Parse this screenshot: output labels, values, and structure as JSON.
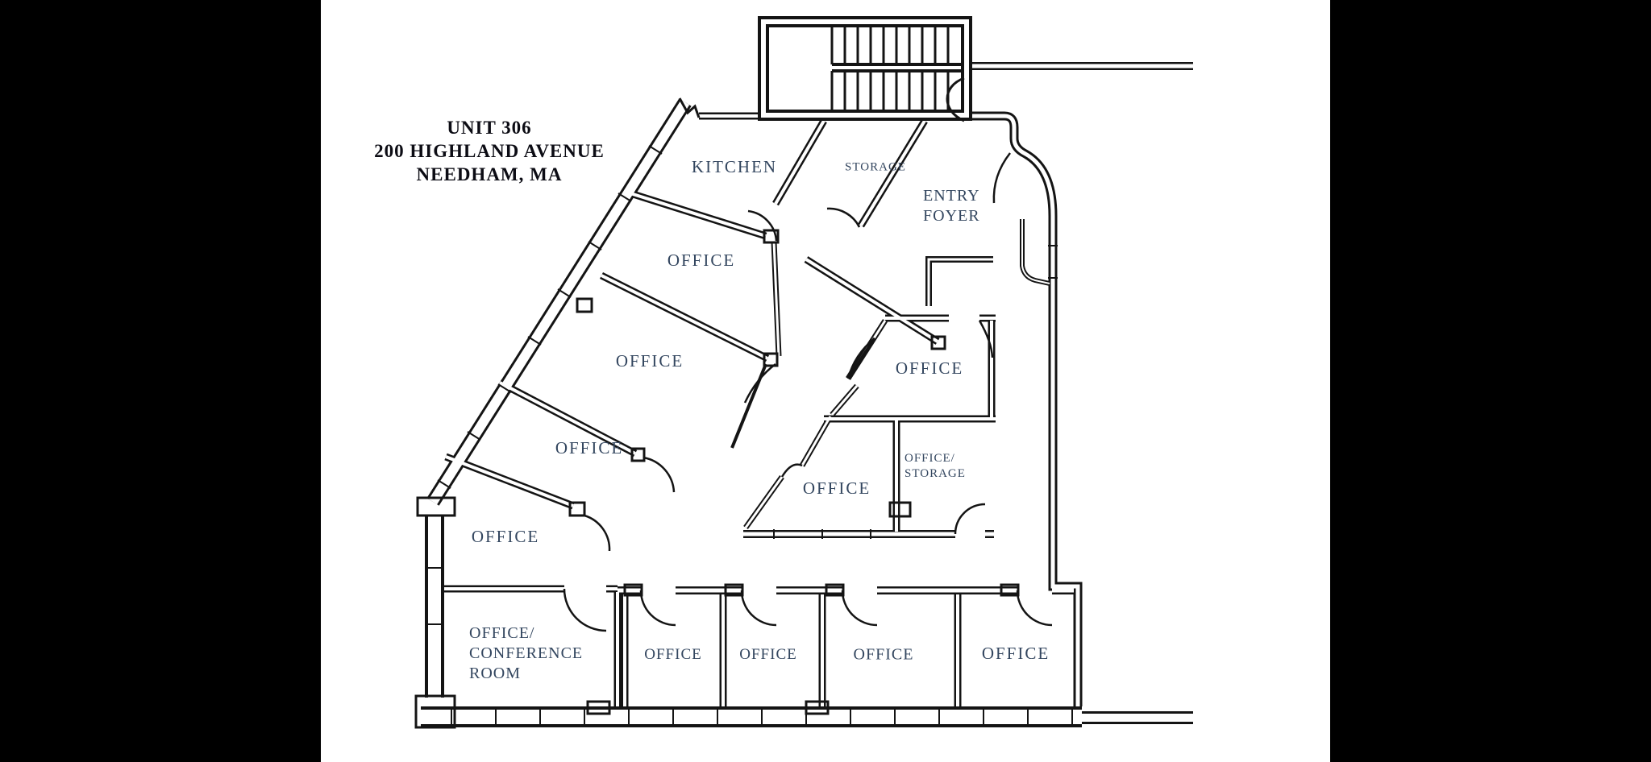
{
  "document": {
    "type": "floor-plan",
    "background_color": "#ffffff",
    "letterbox_color": "#000000",
    "wall_color": "#141414",
    "label_color": "#33465f",
    "title_color": "#0c0c14"
  },
  "title": {
    "line1": "UNIT 306",
    "line2": "200 HIGHLAND AVENUE",
    "line3": "NEEDHAM, MA"
  },
  "rooms": [
    {
      "id": "kitchen",
      "label": "KITCHEN"
    },
    {
      "id": "storage",
      "label": "STORAGE"
    },
    {
      "id": "entry-foyer",
      "label": "ENTRY\nFOYER"
    },
    {
      "id": "office-band-1",
      "label": "OFFICE"
    },
    {
      "id": "office-band-2",
      "label": "OFFICE"
    },
    {
      "id": "office-band-3",
      "label": "OFFICE"
    },
    {
      "id": "office-band-4",
      "label": "OFFICE"
    },
    {
      "id": "office-right",
      "label": "OFFICE"
    },
    {
      "id": "office-center",
      "label": "OFFICE"
    },
    {
      "id": "office-storage",
      "label": "OFFICE/\nSTORAGE"
    },
    {
      "id": "office-conference",
      "label": "OFFICE/\nCONFERENCE\nROOM"
    },
    {
      "id": "office-bottom-1",
      "label": "OFFICE"
    },
    {
      "id": "office-bottom-2",
      "label": "OFFICE"
    },
    {
      "id": "office-bottom-3",
      "label": "OFFICE"
    },
    {
      "id": "office-bottom-4",
      "label": "OFFICE"
    }
  ]
}
